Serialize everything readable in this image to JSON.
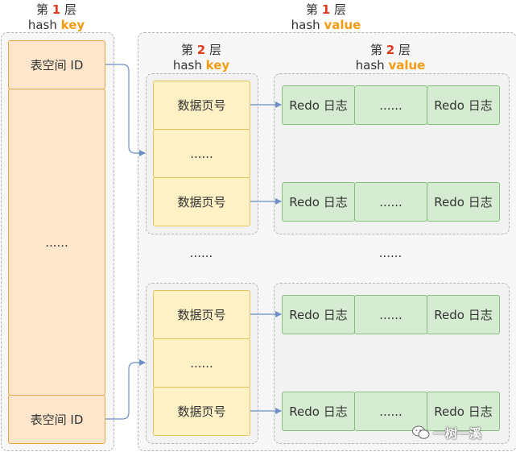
{
  "layer1": {
    "title_prefix": "第",
    "title_num": "1",
    "title_suffix": "层",
    "key_hash": "hash",
    "key_word": "key",
    "value_hash": "hash",
    "value_word": "value",
    "space_id_label": "表空间 ID",
    "ellipsis": "......"
  },
  "layer2": {
    "title_prefix": "第",
    "title_num": "2",
    "title_suffix": "层",
    "key_hash": "hash",
    "key_word": "key",
    "value_hash": "hash",
    "value_word": "value",
    "page_label": "数据页号",
    "redo_label": "Redo 日志",
    "ellipsis": "......"
  },
  "watermark": "一树一溪",
  "colors": {
    "layer_number": "#e03a1f",
    "keyword": "#f39c12",
    "orange_fill": "#fde6cc",
    "yellow_fill": "#fff1c6",
    "green_fill": "#d6ecd2",
    "arrow": "#6b8fc4"
  }
}
